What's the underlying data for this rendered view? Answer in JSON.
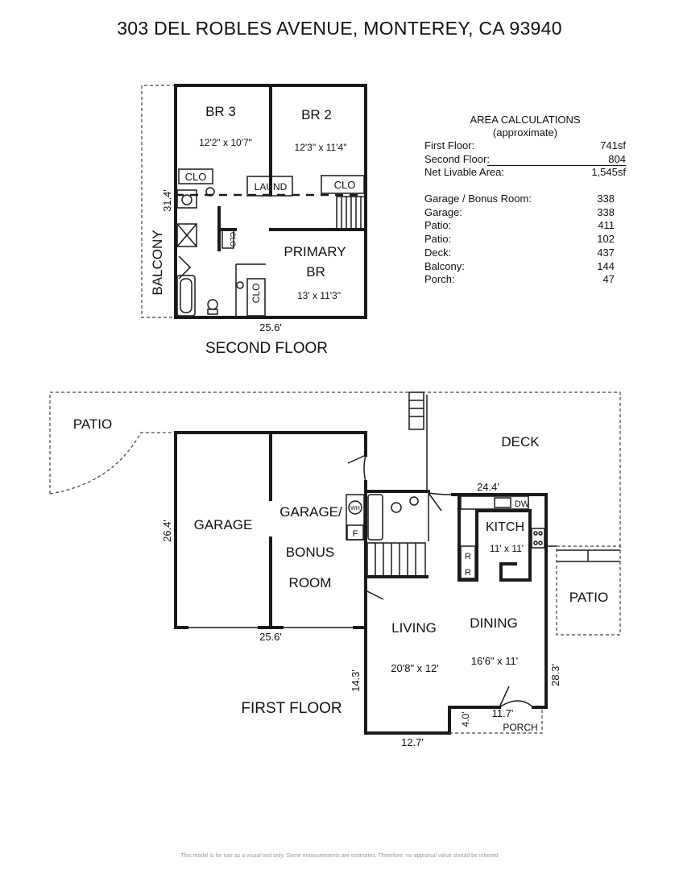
{
  "title": "303 DEL ROBLES AVENUE, MONTEREY, CA 93940",
  "area_calculations": {
    "heading": "AREA CALCULATIONS",
    "subheading": "(approximate)",
    "group1": [
      {
        "label": "First Floor:",
        "value": "741sf"
      },
      {
        "label": "Second Floor:",
        "value": "804"
      },
      {
        "label": "Net Livable Area:",
        "value": "1,545sf"
      }
    ],
    "group2": [
      {
        "label": "Garage / Bonus Room:",
        "value": "338"
      },
      {
        "label": "Garage:",
        "value": "338"
      },
      {
        "label": "Patio:",
        "value": "411"
      },
      {
        "label": "Patio:",
        "value": "102"
      },
      {
        "label": "Deck:",
        "value": "437"
      },
      {
        "label": "Balcony:",
        "value": "144"
      },
      {
        "label": "Porch:",
        "value": "47"
      }
    ]
  },
  "second_floor": {
    "caption": "SECOND FLOOR",
    "rooms": {
      "br3": {
        "name": "BR 3",
        "size": "12'2\" x 10'7\""
      },
      "br2": {
        "name": "BR 2",
        "size": "12'3\" x 11'4\""
      },
      "primary": {
        "name1": "PRIMARY",
        "name2": "BR",
        "size": "13' x 11'3\""
      }
    },
    "labels": {
      "clo": "CLO",
      "laund": "LAUND",
      "balcony": "BALCONY"
    },
    "dims": {
      "width": "25.6'",
      "depth": "31.4'"
    }
  },
  "first_floor": {
    "caption": "FIRST FLOOR",
    "rooms": {
      "garage": "GARAGE",
      "bonus1": "GARAGE/",
      "bonus2": "BONUS",
      "bonus3": "ROOM",
      "kitchen": {
        "name": "KITCH",
        "size": "11' x 11'"
      },
      "living": {
        "name": "LIVING",
        "size": "20'8\" x 12'"
      },
      "dining": {
        "name": "DINING",
        "size": "16'6\" x 11'"
      }
    },
    "labels": {
      "patio": "PATIO",
      "deck": "DECK",
      "porch": "PORCH",
      "dw": "DW",
      "wh": "WH",
      "f": "F",
      "r": "R"
    },
    "dims": {
      "deck_width": "24.4'",
      "garage_depth": "26.4'",
      "garage_width": "25.6'",
      "right_depth": "28.3'",
      "living_depth": "14.3'",
      "living_width": "12.7'",
      "porch_width": "11.7'",
      "porch_depth": "4.0'"
    }
  },
  "disclaimer": "This model is for use as a visual tool only. Some measurements are estimates. Therefore, no appraisal value should be inferred"
}
